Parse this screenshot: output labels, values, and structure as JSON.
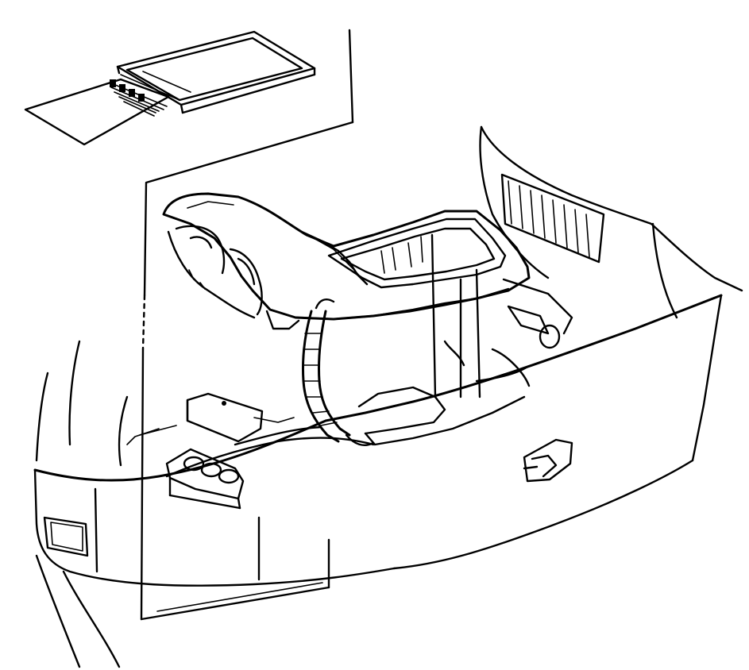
{
  "colors": {
    "ink": "#000000",
    "paper": "#ffffff"
  },
  "parts": [
    {
      "id": "module-tray",
      "icon": "electronic-module-icon"
    },
    {
      "id": "mounting-panel",
      "icon": "panel-icon"
    },
    {
      "id": "console-frame",
      "icon": "console-frame-icon"
    },
    {
      "id": "shifter-opening",
      "icon": "shifter-opening-icon"
    },
    {
      "id": "wiring-harness",
      "icon": "wiring-harness-icon"
    },
    {
      "id": "cup-holder-insert",
      "icon": "cup-holder-icon"
    },
    {
      "id": "side-trim-panel",
      "icon": "trim-panel-icon"
    },
    {
      "id": "console-body",
      "icon": "console-body-icon"
    },
    {
      "id": "side-latch",
      "icon": "latch-icon"
    },
    {
      "id": "end-lamp",
      "icon": "lamp-icon"
    }
  ]
}
